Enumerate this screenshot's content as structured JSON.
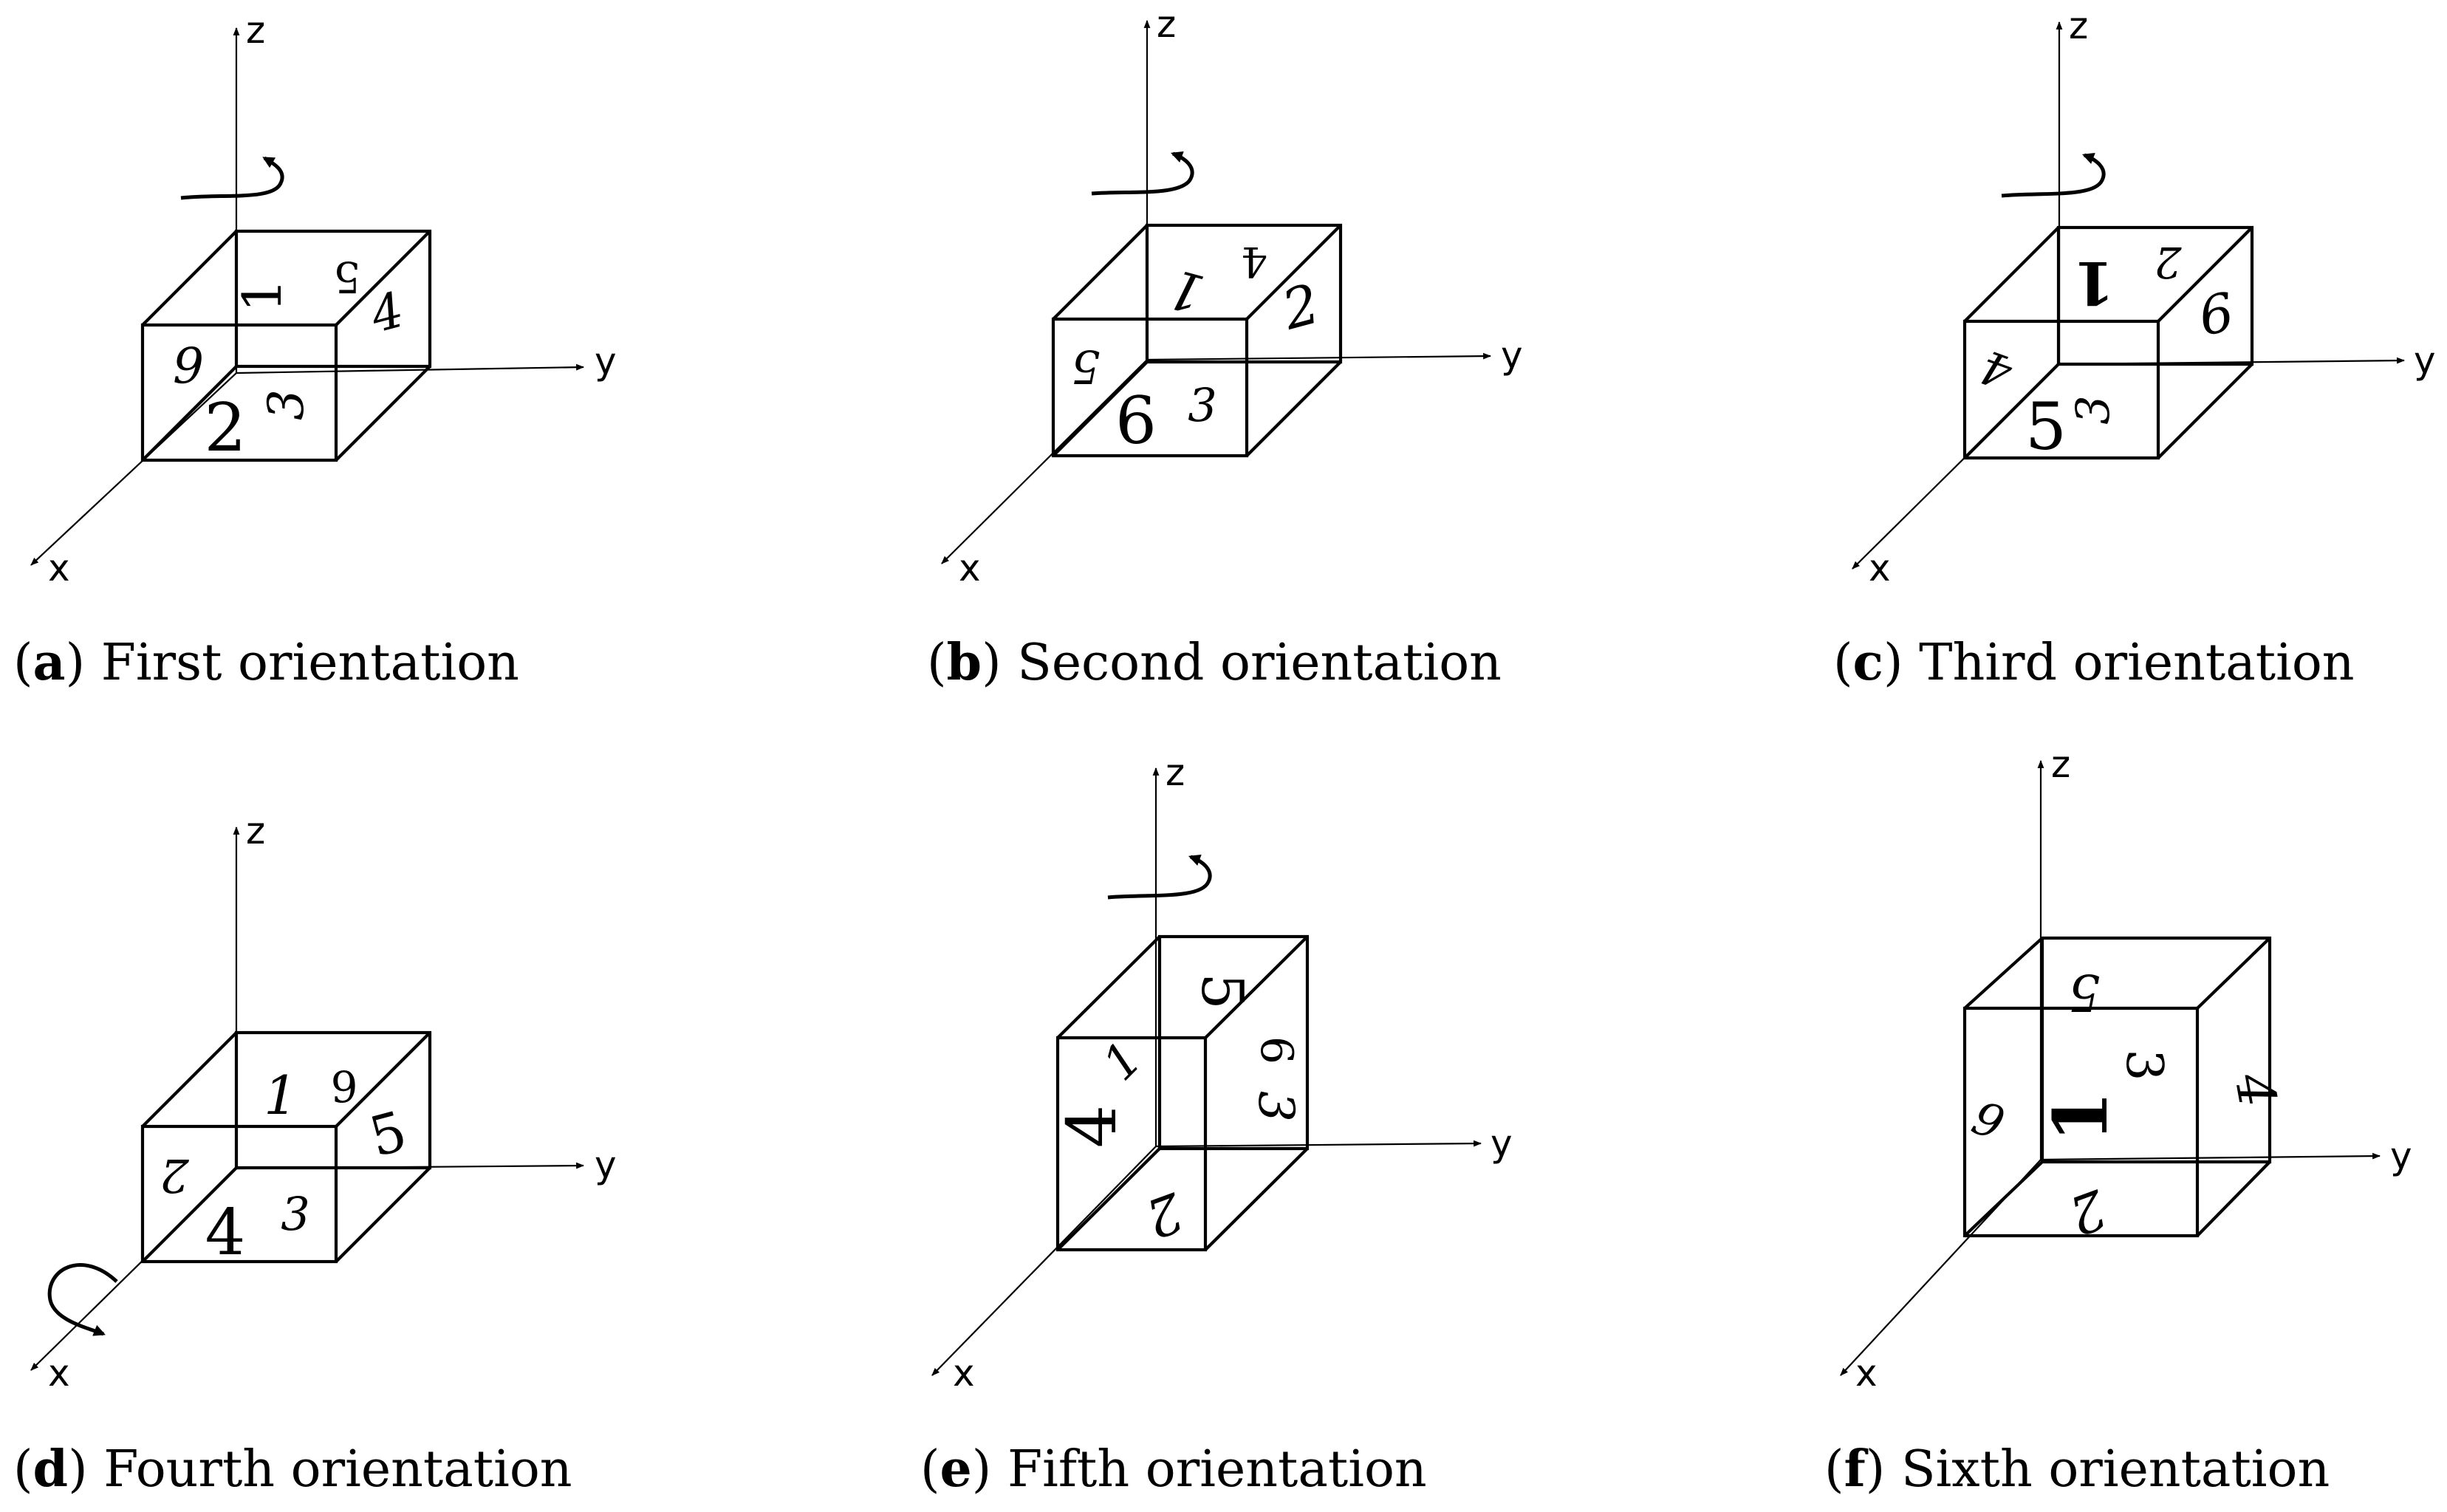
{
  "axis_labels": {
    "x": "x",
    "y": "y",
    "z": "z"
  },
  "panels": [
    {
      "id": "a",
      "caption_letter": "a",
      "caption_text": "First orientation",
      "rotation_axis": "z",
      "faces": {
        "top": "1",
        "top_small": "5",
        "front_small": "3",
        "front": "2",
        "left": "6",
        "right": "4"
      }
    },
    {
      "id": "b",
      "caption_letter": "b",
      "caption_text": "Second orientation",
      "rotation_axis": "z",
      "faces": {
        "top": "1",
        "top_small": "4",
        "front_small": "3",
        "front": "6",
        "left": "5",
        "right": "2"
      }
    },
    {
      "id": "c",
      "caption_letter": "c",
      "caption_text": "Third orientation",
      "rotation_axis": "z",
      "faces": {
        "top": "1",
        "top_small": "2",
        "front_small": "3",
        "front": "5",
        "left": "4",
        "right": "6"
      }
    },
    {
      "id": "d",
      "caption_letter": "d",
      "caption_text": "Fourth orientation",
      "rotation_axis": "x",
      "faces": {
        "top": "1",
        "top_small": "6",
        "front_small": "3",
        "front": "4",
        "left": "2",
        "right": "5"
      }
    },
    {
      "id": "e",
      "caption_letter": "e",
      "caption_text": "Fifth orientation",
      "rotation_axis": "z",
      "faces": {
        "top": "5",
        "right_small": "6",
        "right": "3",
        "front": "4",
        "front_small": "1",
        "bottom": "2"
      }
    },
    {
      "id": "f",
      "caption_letter": "f",
      "caption_text": "Sixth orientation",
      "rotation_axis": "none",
      "faces": {
        "top": "5",
        "left": "6",
        "front": "1",
        "front_small": "3",
        "right": "4",
        "bottom": "2"
      }
    }
  ]
}
